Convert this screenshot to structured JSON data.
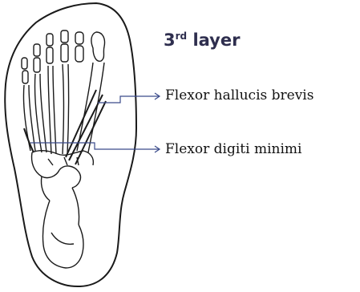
{
  "heading": {
    "number": "3",
    "ordinal_suffix": "rd",
    "word": "layer"
  },
  "labels": [
    {
      "id": "flexor-hallucis-brevis",
      "text": "Flexor hallucis brevis"
    },
    {
      "id": "flexor-digiti-minimi",
      "text": "Flexor digiti minimi"
    }
  ],
  "colors": {
    "heading": "#2e2e4e",
    "leader_lines": "#3a4a8a",
    "sketch": "#1a1a1a"
  }
}
